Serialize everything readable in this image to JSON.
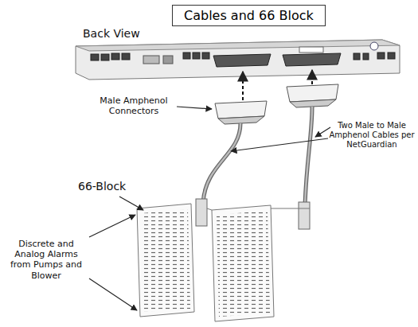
{
  "diagram": {
    "title": "Cables and 66 Block",
    "labels": [
      "Back View",
      "Male Amphenol Connectors",
      "Two Male to Male Amphenol Cables per NetGuardian",
      "66-Block",
      "Discrete and Analog Alarms from Pumps and Blower"
    ]
  }
}
